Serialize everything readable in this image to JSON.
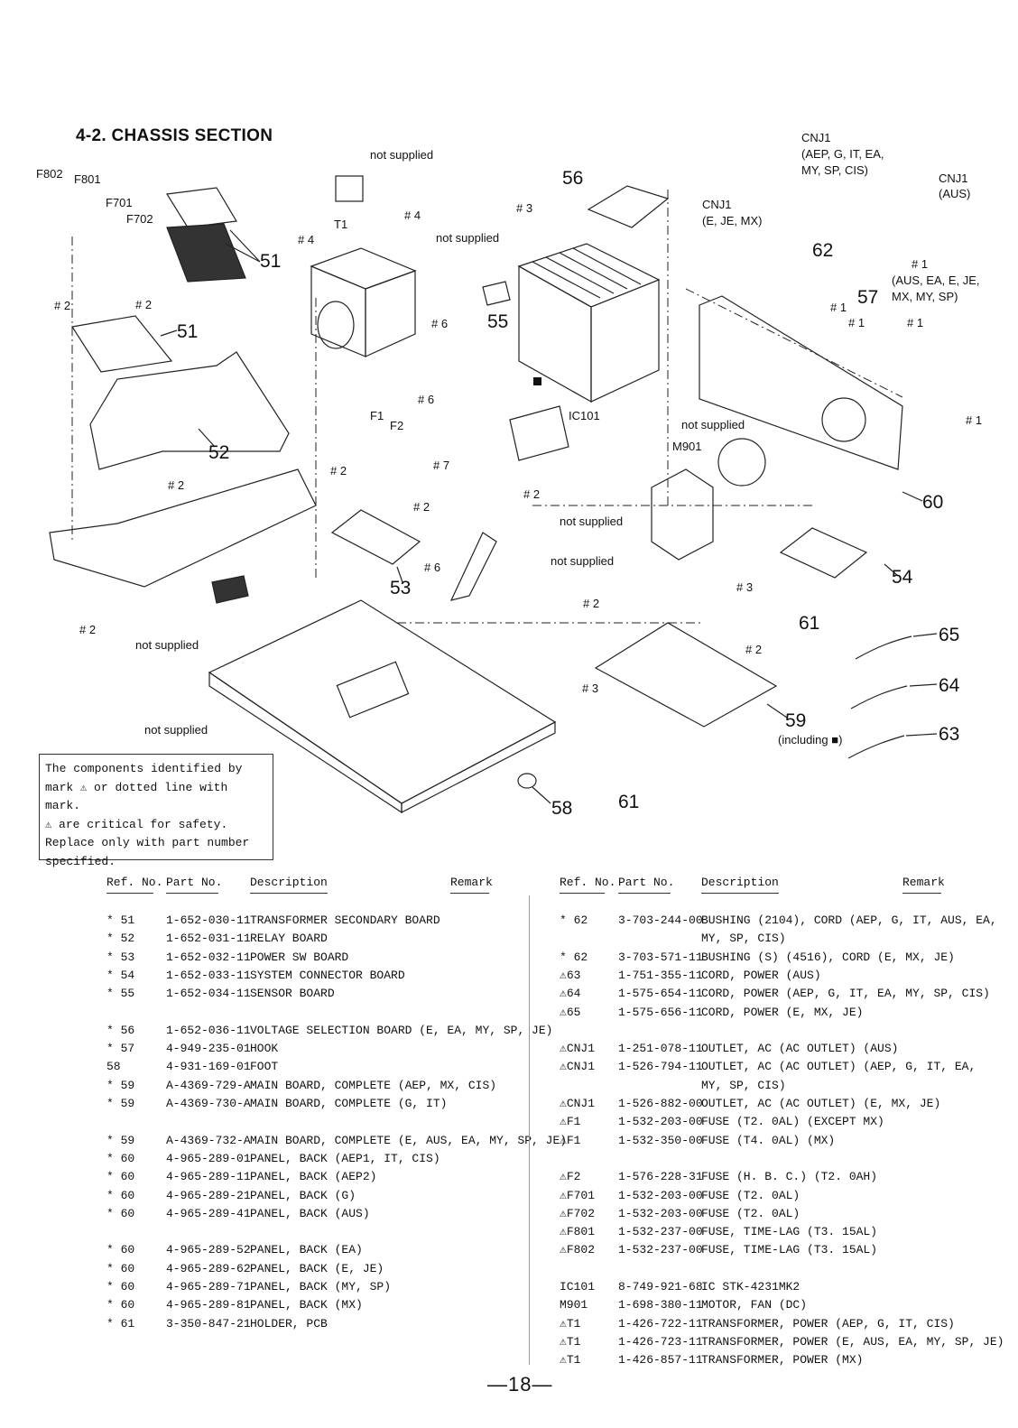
{
  "section_title": "4-2.  CHASSIS SECTION",
  "diagram_labels": {
    "f802": "F802",
    "f801": "F801",
    "f701": "F701",
    "f702": "F702",
    "t1": "T1",
    "f1": "F1",
    "f2": "F2",
    "ic101": "IC101",
    "m901": "M901",
    "ns_top": "not supplied",
    "ns_mid": "not supplied",
    "ns_fan": "not supplied",
    "ns_bracket": "not supplied",
    "ns_m901": "not supplied",
    "ns_left": "not supplied",
    "ns_chassis": "not supplied",
    "cnj1_aep": "CNJ1",
    "cnj1_aep_r1": "(AEP, G, IT, EA,",
    "cnj1_aep_r2": "MY, SP, CIS)",
    "cnj1_aus": "CNJ1",
    "cnj1_aus_r": "(AUS)",
    "cnj1_ejm": "CNJ1",
    "cnj1_ejm_r": "(E, JE, MX)",
    "s1_note_h": "# 1",
    "s1_note_r1": "(AUS, EA, E, JE,",
    "s1_note_r2": "MX, MY, SP)",
    "including": "(including ■)",
    "r51a": "51",
    "r51b": "51",
    "r52": "52",
    "r53": "53",
    "r54": "54",
    "r55": "55",
    "r56": "56",
    "r57": "57",
    "r58": "58",
    "r59": "59",
    "r60": "60",
    "r61a": "61",
    "r61b": "61",
    "r62": "62",
    "r63": "63",
    "r64": "64",
    "r65": "65",
    "s2": "# 2",
    "s3": "# 3",
    "s4": "# 4",
    "s6": "# 6",
    "s7": "# 7",
    "s1": "# 1"
  },
  "safety_note": {
    "line1": "The components identified by",
    "line2a": "mark ",
    "line2b": " or dotted line with mark.",
    "line3": " are critical for safety.",
    "line4": "Replace only with part number",
    "line5": "specified.",
    "mark": "⚠"
  },
  "headers": {
    "ref": "Ref. No.",
    "part": "Part No.",
    "desc": "Description",
    "remark": "Remark"
  },
  "left_rows": [
    {
      "ref": "* 51",
      "part": "1-652-030-11",
      "desc": "TRANSFORMER SECONDARY BOARD"
    },
    {
      "ref": "* 52",
      "part": "1-652-031-11",
      "desc": "RELAY BOARD"
    },
    {
      "ref": "* 53",
      "part": "1-652-032-11",
      "desc": "POWER SW BOARD"
    },
    {
      "ref": "* 54",
      "part": "1-652-033-11",
      "desc": "SYSTEM CONNECTOR BOARD"
    },
    {
      "ref": "* 55",
      "part": "1-652-034-11",
      "desc": "SENSOR BOARD"
    },
    {
      "ref": "",
      "part": "",
      "desc": ""
    },
    {
      "ref": "* 56",
      "part": "1-652-036-11",
      "desc": "VOLTAGE SELECTION BOARD (E, EA, MY, SP, JE)"
    },
    {
      "ref": "* 57",
      "part": "4-949-235-01",
      "desc": "HOOK"
    },
    {
      "ref": "58",
      "part": "4-931-169-01",
      "desc": "FOOT"
    },
    {
      "ref": "* 59",
      "part": "A-4369-729-A",
      "desc": "MAIN BOARD, COMPLETE (AEP, MX, CIS)"
    },
    {
      "ref": "* 59",
      "part": "A-4369-730-A",
      "desc": "MAIN BOARD, COMPLETE (G, IT)"
    },
    {
      "ref": "",
      "part": "",
      "desc": ""
    },
    {
      "ref": "* 59",
      "part": "A-4369-732-A",
      "desc": "MAIN BOARD, COMPLETE (E, AUS, EA, MY, SP, JE)"
    },
    {
      "ref": "* 60",
      "part": "4-965-289-01",
      "desc": "PANEL, BACK (AEP1, IT, CIS)"
    },
    {
      "ref": "* 60",
      "part": "4-965-289-11",
      "desc": "PANEL, BACK (AEP2)"
    },
    {
      "ref": "* 60",
      "part": "4-965-289-21",
      "desc": "PANEL, BACK (G)"
    },
    {
      "ref": "* 60",
      "part": "4-965-289-41",
      "desc": "PANEL, BACK (AUS)"
    },
    {
      "ref": "",
      "part": "",
      "desc": ""
    },
    {
      "ref": "* 60",
      "part": "4-965-289-52",
      "desc": "PANEL, BACK (EA)"
    },
    {
      "ref": "* 60",
      "part": "4-965-289-62",
      "desc": "PANEL, BACK (E, JE)"
    },
    {
      "ref": "* 60",
      "part": "4-965-289-71",
      "desc": "PANEL, BACK (MY, SP)"
    },
    {
      "ref": "* 60",
      "part": "4-965-289-81",
      "desc": "PANEL, BACK (MX)"
    },
    {
      "ref": "* 61",
      "part": "3-350-847-21",
      "desc": "HOLDER, PCB"
    }
  ],
  "right_rows": [
    {
      "ref": "* 62",
      "part": "3-703-244-00",
      "desc": "BUSHING (2104), CORD (AEP, G, IT, AUS, EA,"
    },
    {
      "ref": "",
      "part": "",
      "desc": "MY, SP, CIS)"
    },
    {
      "ref": "* 62",
      "part": "3-703-571-11",
      "desc": "BUSHING (S) (4516), CORD (E, MX, JE)"
    },
    {
      "ref": "⚠63",
      "part": "1-751-355-11",
      "desc": "CORD, POWER (AUS)"
    },
    {
      "ref": "⚠64",
      "part": "1-575-654-11",
      "desc": "CORD, POWER (AEP, G, IT, EA, MY, SP, CIS)"
    },
    {
      "ref": "⚠65",
      "part": "1-575-656-11",
      "desc": "CORD, POWER (E, MX, JE)"
    },
    {
      "ref": "",
      "part": "",
      "desc": ""
    },
    {
      "ref": "⚠CNJ1",
      "part": "1-251-078-11",
      "desc": "OUTLET, AC (AC OUTLET) (AUS)"
    },
    {
      "ref": "⚠CNJ1",
      "part": "1-526-794-11",
      "desc": "OUTLET, AC (AC OUTLET) (AEP, G, IT, EA,"
    },
    {
      "ref": "",
      "part": "",
      "desc": "MY, SP, CIS)"
    },
    {
      "ref": "⚠CNJ1",
      "part": "1-526-882-00",
      "desc": "OUTLET, AC (AC OUTLET) (E, MX, JE)"
    },
    {
      "ref": "⚠F1",
      "part": "1-532-203-00",
      "desc": "FUSE (T2. 0AL) (EXCEPT MX)"
    },
    {
      "ref": "⚠F1",
      "part": "1-532-350-00",
      "desc": "FUSE (T4. 0AL) (MX)"
    },
    {
      "ref": "",
      "part": "",
      "desc": ""
    },
    {
      "ref": "⚠F2",
      "part": "1-576-228-31",
      "desc": "FUSE (H. B. C.) (T2. 0AH)"
    },
    {
      "ref": "⚠F701",
      "part": "1-532-203-00",
      "desc": "FUSE (T2. 0AL)"
    },
    {
      "ref": "⚠F702",
      "part": "1-532-203-00",
      "desc": "FUSE (T2. 0AL)"
    },
    {
      "ref": "⚠F801",
      "part": "1-532-237-00",
      "desc": "FUSE, TIME-LAG (T3. 15AL)"
    },
    {
      "ref": "⚠F802",
      "part": "1-532-237-00",
      "desc": "FUSE, TIME-LAG (T3. 15AL)"
    },
    {
      "ref": "",
      "part": "",
      "desc": ""
    },
    {
      "ref": "IC101",
      "part": "8-749-921-68",
      "desc": "IC  STK-4231MK2"
    },
    {
      "ref": "M901",
      "part": "1-698-380-11",
      "desc": "MOTOR, FAN (DC)"
    },
    {
      "ref": "⚠T1",
      "part": "1-426-722-11",
      "desc": "TRANSFORMER, POWER (AEP, G, IT, CIS)"
    },
    {
      "ref": "⚠T1",
      "part": "1-426-723-11",
      "desc": "TRANSFORMER, POWER (E, AUS, EA, MY, SP, JE)"
    },
    {
      "ref": "⚠T1",
      "part": "1-426-857-11",
      "desc": "TRANSFORMER, POWER (MX)"
    }
  ],
  "page_number": "—18—"
}
